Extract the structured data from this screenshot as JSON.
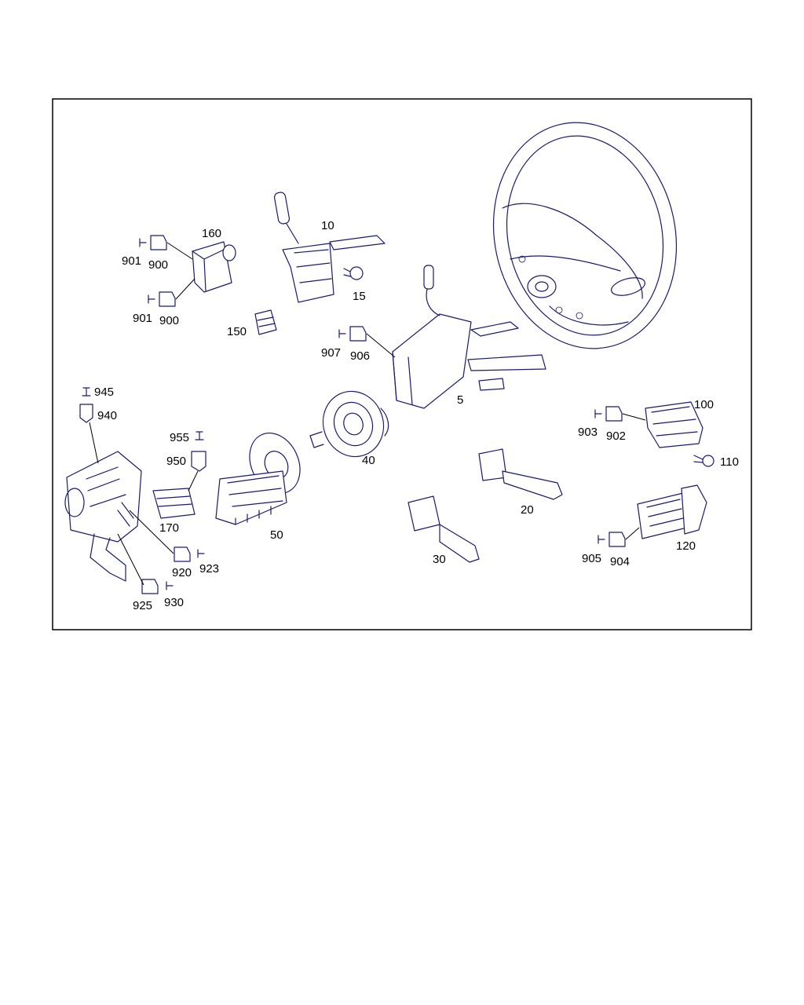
{
  "diagram": {
    "labels": {
      "p5": "5",
      "p10": "10",
      "p15": "15",
      "p20": "20",
      "p30": "30",
      "p40": "40",
      "p50": "50",
      "p100": "100",
      "p110": "110",
      "p120": "120",
      "p150": "150",
      "p160": "160",
      "p170": "170",
      "p900a": "900",
      "p900b": "900",
      "p901a": "901",
      "p901b": "901",
      "p902": "902",
      "p903": "903",
      "p904": "904",
      "p905": "905",
      "p906": "906",
      "p907": "907",
      "p920": "920",
      "p923": "923",
      "p925": "925",
      "p930": "930",
      "p940": "940",
      "p945": "945",
      "p950": "950",
      "p955": "955"
    },
    "colors": {
      "line": "#1a1a6e",
      "text": "#000000",
      "frame": "#000000",
      "background": "#ffffff"
    }
  }
}
